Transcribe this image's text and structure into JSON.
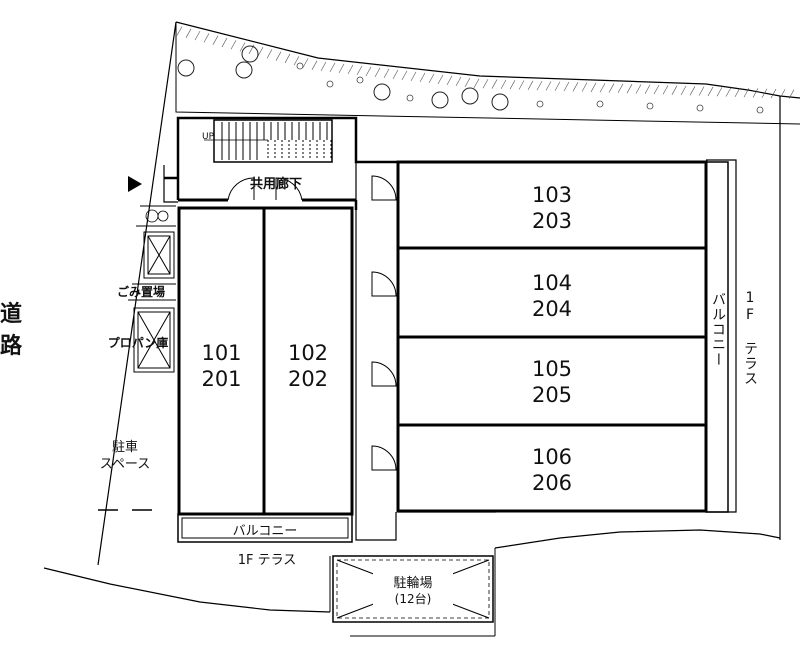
{
  "plan": {
    "road": "道 路",
    "corridor": "共用廊下",
    "up": "UP",
    "garbage": "ごみ置場",
    "propane": "プロパン庫",
    "parking": [
      "駐車",
      "スペース"
    ],
    "bike": [
      "駐輪場",
      "(12台)"
    ],
    "balcony": "バルコニー",
    "terrace": "1F テラス",
    "units_left": [
      {
        "lines": [
          "101",
          "201"
        ]
      },
      {
        "lines": [
          "102",
          "202"
        ]
      }
    ],
    "units_right": [
      {
        "lines": [
          "103",
          "203"
        ]
      },
      {
        "lines": [
          "104",
          "204"
        ]
      },
      {
        "lines": [
          "105",
          "205"
        ]
      },
      {
        "lines": [
          "106",
          "206"
        ]
      }
    ]
  }
}
